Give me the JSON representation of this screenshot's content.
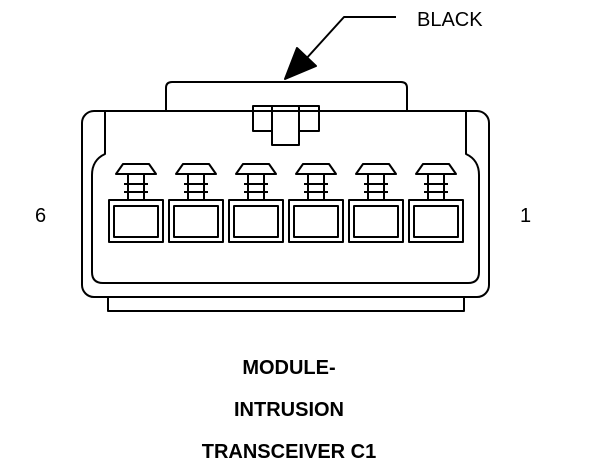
{
  "wire_color_label": "BLACK",
  "pin_labels": {
    "left": "6",
    "right": "1"
  },
  "title_lines": [
    "MODULE-",
    "INTRUSION",
    "TRANSCEIVER C1"
  ],
  "cavity_count": 6,
  "colors": {
    "stroke": "#000000",
    "background": "#ffffff"
  }
}
